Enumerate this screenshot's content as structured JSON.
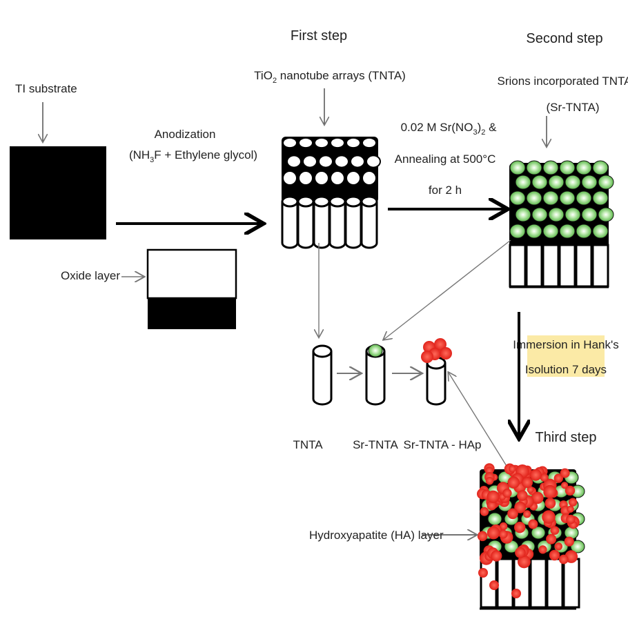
{
  "labels": {
    "ti_substrate": "TI substrate",
    "oxide_layer": "Oxide layer",
    "anodization": "Anodization",
    "electrolyte_pre": "(NH",
    "electrolyte_sub": "3",
    "electrolyte_post": "F + Ethylene glycol)",
    "first_step": "First step",
    "tnta_title_pre": "TiO",
    "tnta_title_sub": "2",
    "tnta_title_post": " nanotube arrays (TNTA)",
    "second_step": "Second step",
    "sr_tnta_title_line1": "Srions incorporated TNTA",
    "sr_tnta_title_line2": "(Sr-TNTA)",
    "treatment_line1_pre": "0.02 M Sr(NO",
    "treatment_line1_sub": "3",
    "treatment_line1_post": ")",
    "treatment_line1_sub2": "2",
    "treatment_line1_end": " &",
    "treatment_line2": "Annealing at 500°C",
    "treatment_line3": "for 2 h",
    "immersion_line1": "Immersion in Hank's",
    "immersion_line2": "Isolution 7 days",
    "third_step": "Third step",
    "single_tnta": "TNTA",
    "single_sr_tnta": "Sr-TNTA",
    "single_sr_tnta_hap": "Sr-TNTA - HAp",
    "ha_layer": "Hydroxyapatite (HA) layer"
  },
  "colors": {
    "black": "#000000",
    "strontium_green": "#6dc25a",
    "hydroxyapatite_red": "#e8281e",
    "highlight_yellow": "#fbeaa6",
    "arrow_gray": "#777777"
  }
}
